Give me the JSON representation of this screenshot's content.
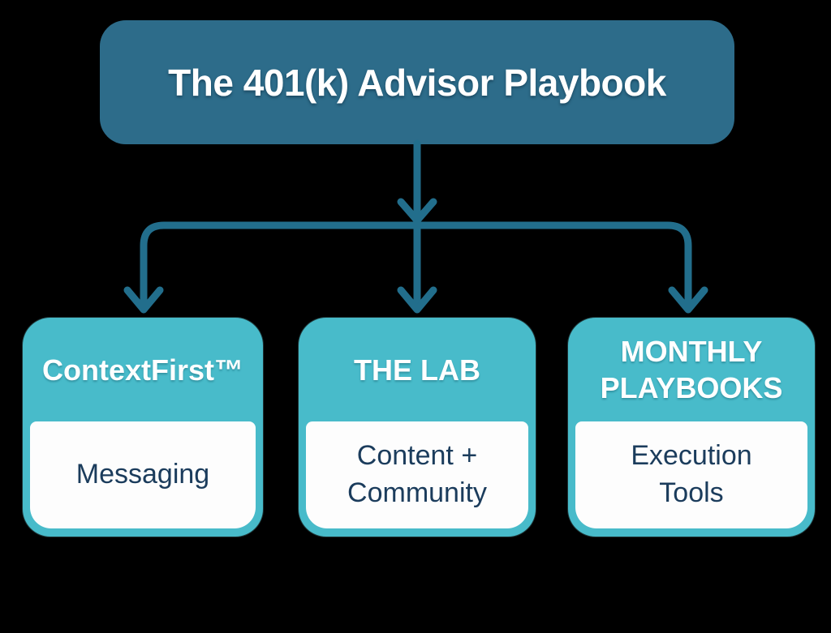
{
  "diagram": {
    "root": {
      "title": "The 401(k) Advisor Playbook"
    },
    "children": [
      {
        "heading": "ContextFirst™",
        "body": "Messaging"
      },
      {
        "heading": "THE LAB",
        "body": "Content +\nCommunity"
      },
      {
        "heading": "MONTHLY\nPLAYBOOKS",
        "body": "Execution\nTools"
      }
    ]
  },
  "colors": {
    "background": "#000000",
    "root_box": "#2d6c8a",
    "connector": "#226e8c",
    "card_header": "#48bbca",
    "card_body_bg": "#fdfdfd",
    "card_body_text": "#1b3c5c",
    "heading_text": "#ffffff"
  }
}
